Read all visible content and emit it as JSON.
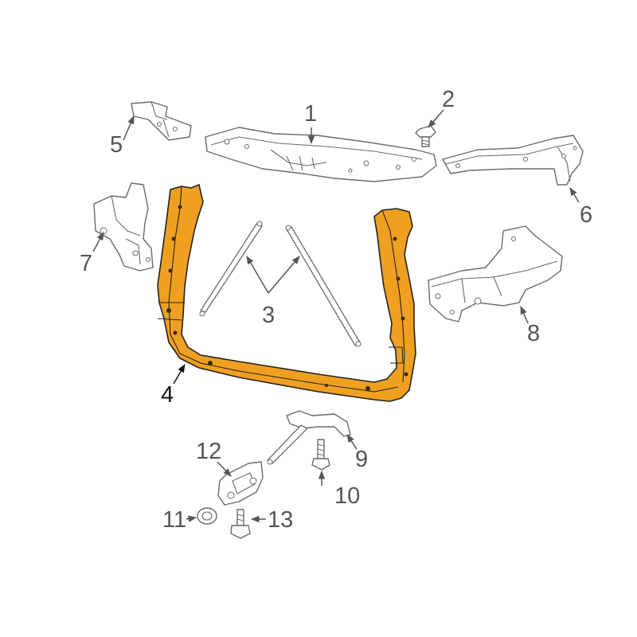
{
  "callouts": [
    {
      "id": "1",
      "text": "1"
    },
    {
      "id": "2",
      "text": "2"
    },
    {
      "id": "3",
      "text": "3"
    },
    {
      "id": "4",
      "text": "4"
    },
    {
      "id": "5",
      "text": "5"
    },
    {
      "id": "6",
      "text": "6"
    },
    {
      "id": "7",
      "text": "7"
    },
    {
      "id": "8",
      "text": "8"
    },
    {
      "id": "9",
      "text": "9"
    },
    {
      "id": "10",
      "text": "10"
    },
    {
      "id": "11",
      "text": "11"
    },
    {
      "id": "12",
      "text": "12"
    },
    {
      "id": "13",
      "text": "13"
    }
  ],
  "colors": {
    "highlight": "#F0A020",
    "line": "#6a6a6a",
    "label": "#555555",
    "label_highlight": "#111111"
  }
}
